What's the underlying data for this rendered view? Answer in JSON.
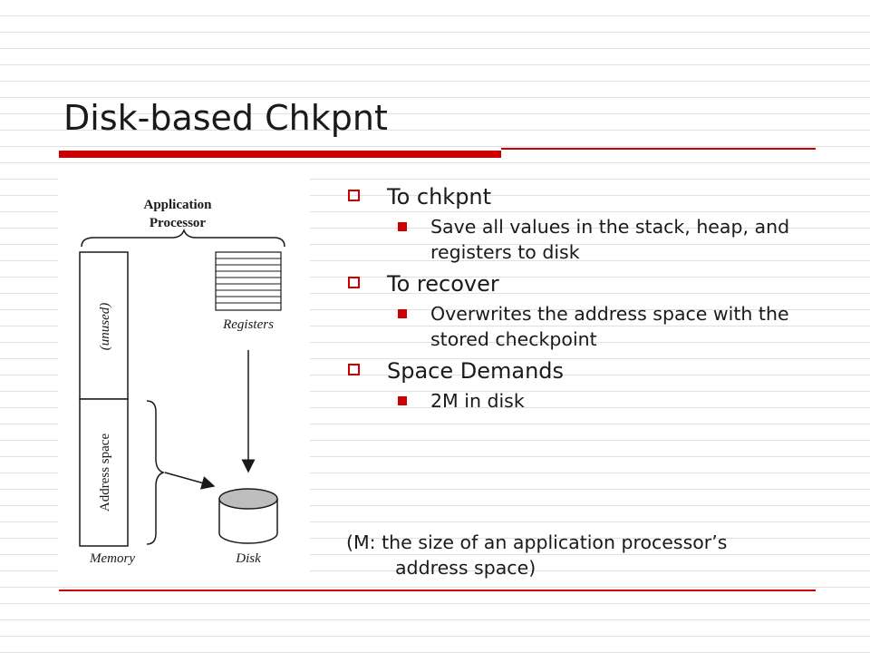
{
  "slide": {
    "title": "Disk-based Chkpnt"
  },
  "figure": {
    "app_processor_line1": "Application",
    "app_processor_line2": "Processor",
    "unused_label": "(unused)",
    "registers_label": "Registers",
    "address_space_label": "Address space",
    "memory_label": "Memory",
    "disk_label": "Disk"
  },
  "bullets": [
    {
      "text": "To chkpnt",
      "sub": [
        "Save all values in the stack, heap, and registers to disk"
      ]
    },
    {
      "text": "To recover",
      "sub": [
        "Overwrites the address space with the stored checkpoint"
      ]
    },
    {
      "text": "Space Demands",
      "sub": [
        "2M in disk"
      ]
    }
  ],
  "note": {
    "line1": "(M: the size of an application processor’s",
    "line2": "address space)"
  },
  "colors": {
    "accent": "#cc0000",
    "text": "#1a1a1a",
    "stripe": "#e1e1e1"
  }
}
